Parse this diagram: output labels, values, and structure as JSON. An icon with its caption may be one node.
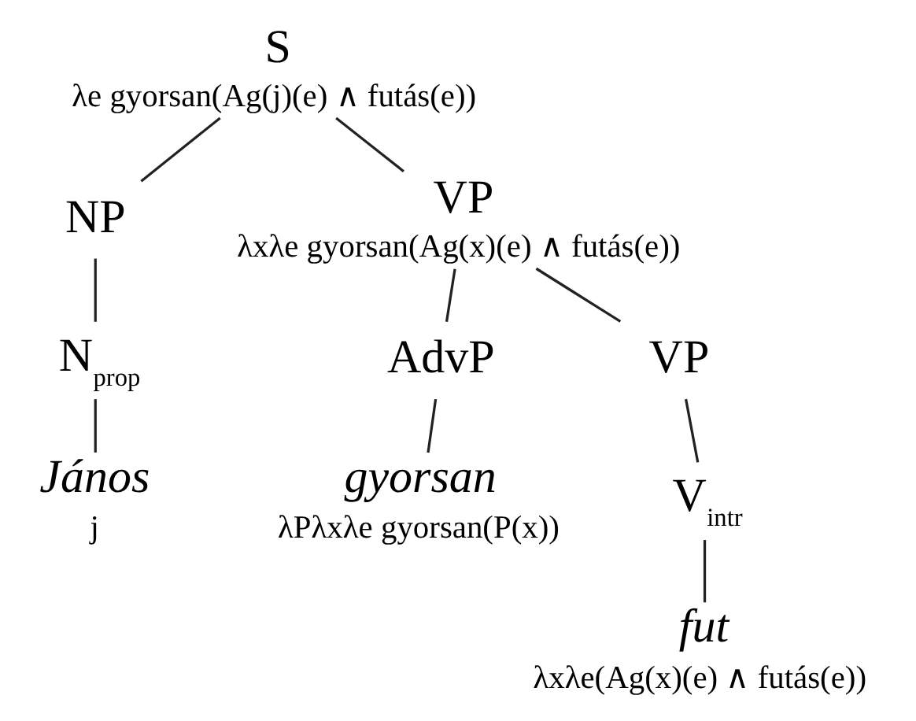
{
  "diagram": {
    "nodes": [
      {
        "text": [
          "S",
          "λe gyorsan(Ag(j)(e) ∧ futás(e))"
        ]
      },
      {
        "text": [
          "NP"
        ]
      },
      {
        "text": [
          "N$_{prop}$"
        ]
      },
      {
        "text": [
          "János",
          "j"
        ]
      },
      {
        "text": [
          "VP",
          "λxλe gyorsan(Ag(x)(e) ∧ futás(e))"
        ]
      },
      {
        "text": [
          "AdvP"
        ]
      },
      {
        "text": [
          "gyorsan",
          "λPλxλe gyorsan(P(x))"
        ]
      },
      {
        "text": [
          "VP"
        ]
      },
      {
        "text": [
          "V$_{intr}$"
        ]
      },
      {
        "text": [
          "fut",
          "λxλe(Ag(x)(e) ∧ futás(e))"
        ]
      }
    ],
    "edges": [
      {
        "from": 0,
        "to": 1,
        "arrow": "none"
      },
      {
        "from": 0,
        "to": 4,
        "arrow": "none"
      },
      {
        "from": 1,
        "to": 2,
        "arrow": "none"
      },
      {
        "from": 2,
        "to": 3,
        "arrow": "none"
      },
      {
        "from": 4,
        "to": 5,
        "arrow": "none"
      },
      {
        "from": 4,
        "to": 7,
        "arrow": "none"
      },
      {
        "from": 5,
        "to": 6,
        "arrow": "none"
      },
      {
        "from": 7,
        "to": 8,
        "arrow": "none"
      },
      {
        "from": 8,
        "to": 9,
        "arrow": "none"
      }
    ]
  }
}
